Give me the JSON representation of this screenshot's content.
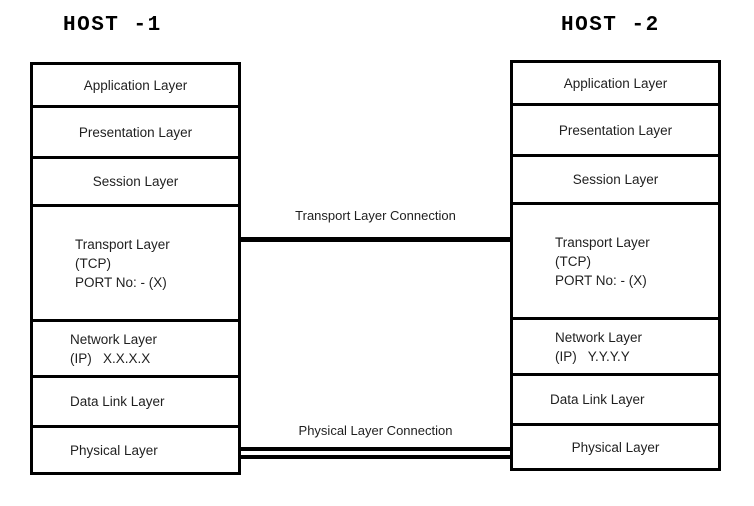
{
  "colors": {
    "background": "#ffffff",
    "line": "#000000",
    "text": "#1f1f1f"
  },
  "hosts": [
    {
      "title": "HOST -1",
      "layers": [
        {
          "lines": [
            "Application Layer"
          ]
        },
        {
          "lines": [
            "Presentation Layer"
          ]
        },
        {
          "lines": [
            "Session Layer"
          ]
        },
        {
          "lines": [
            "Transport Layer",
            "(TCP)",
            "PORT No: - (X)"
          ]
        },
        {
          "lines": [
            "Network Layer",
            "(IP)   X.X.X.X"
          ]
        },
        {
          "lines": [
            "Data Link Layer"
          ]
        },
        {
          "lines": [
            "Physical Layer"
          ]
        }
      ]
    },
    {
      "title": "HOST -2",
      "layers": [
        {
          "lines": [
            "Application Layer"
          ]
        },
        {
          "lines": [
            "Presentation Layer"
          ]
        },
        {
          "lines": [
            "Session Layer"
          ]
        },
        {
          "lines": [
            "Transport Layer",
            "(TCP)",
            "PORT No: - (X)"
          ]
        },
        {
          "lines": [
            "Network Layer",
            "(IP)   Y.Y.Y.Y"
          ]
        },
        {
          "lines": [
            "Data Link Layer"
          ]
        },
        {
          "lines": [
            "Physical Layer"
          ]
        }
      ]
    }
  ],
  "connections": [
    {
      "label": "Transport Layer Connection",
      "line_style": "single"
    },
    {
      "label": "Physical Layer Connection",
      "line_style": "double"
    }
  ]
}
